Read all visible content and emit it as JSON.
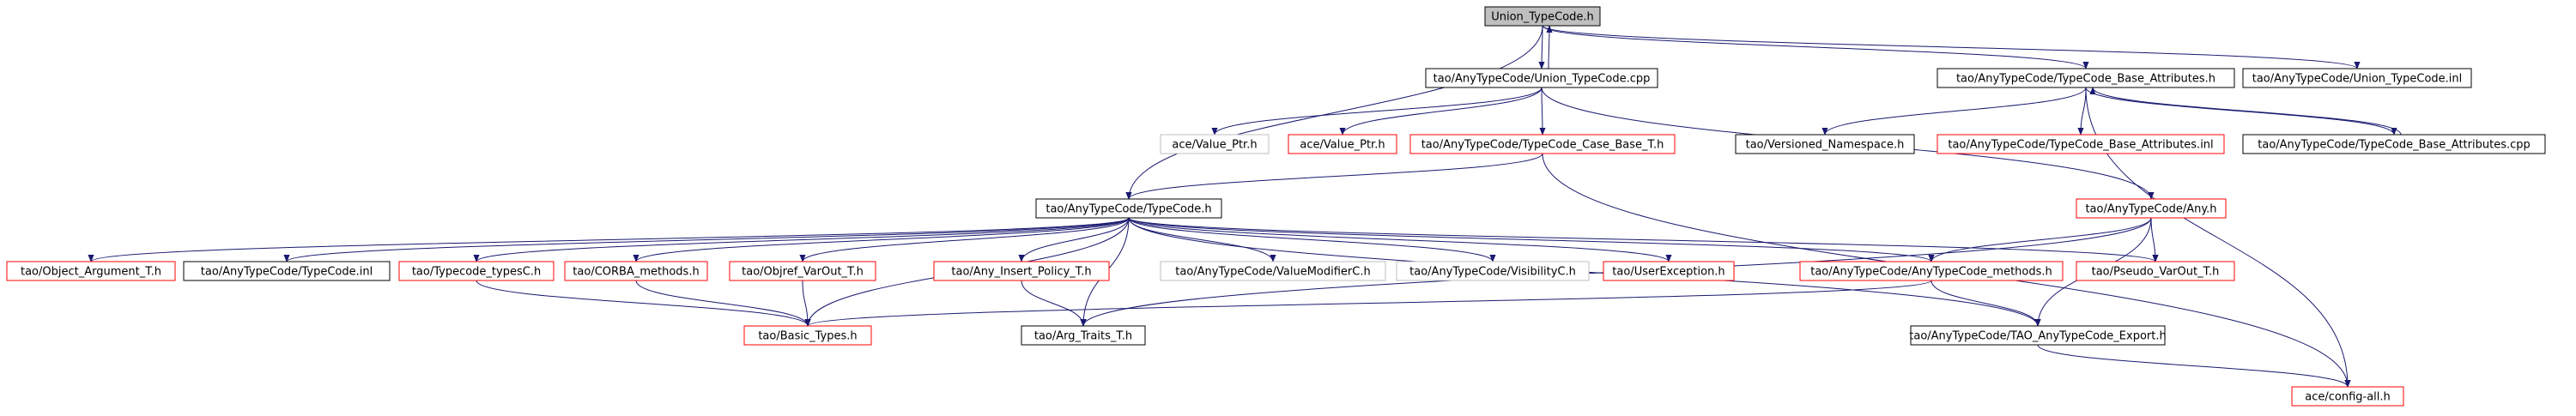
{
  "colors": {
    "edge": "#191970",
    "border_normal": "#000000",
    "border_red": "#ff0000",
    "border_gray": "#bfbfbf",
    "fill_root": "#bfbfbf",
    "fill_node": "#ffffff"
  },
  "nodes": [
    {
      "id": "root",
      "label": "Union_TypeCode.h",
      "style": "root"
    },
    {
      "id": "ucpp",
      "label": "tao/AnyTypeCode/Union_TypeCode.cpp",
      "style": "normal"
    },
    {
      "id": "tcba_h",
      "label": "tao/AnyTypeCode/TypeCode_Base_Attributes.h",
      "style": "normal"
    },
    {
      "id": "uinl",
      "label": "tao/AnyTypeCode/Union_TypeCode.inl",
      "style": "normal"
    },
    {
      "id": "valptr_gray",
      "label": "ace/Value_Ptr.h",
      "style": "gray"
    },
    {
      "id": "valptr_red",
      "label": "ace/Value_Ptr.h",
      "style": "red"
    },
    {
      "id": "casebase",
      "label": "tao/AnyTypeCode/TypeCode_Case_Base_T.h",
      "style": "red"
    },
    {
      "id": "versioned",
      "label": "tao/Versioned_Namespace.h",
      "style": "normal"
    },
    {
      "id": "tcba_inl",
      "label": "tao/AnyTypeCode/TypeCode_Base_Attributes.inl",
      "style": "red"
    },
    {
      "id": "tcba_cpp",
      "label": "tao/AnyTypeCode/TypeCode_Base_Attributes.cpp",
      "style": "normal"
    },
    {
      "id": "typecode",
      "label": "tao/AnyTypeCode/TypeCode.h",
      "style": "normal"
    },
    {
      "id": "any",
      "label": "tao/AnyTypeCode/Any.h",
      "style": "red"
    },
    {
      "id": "objarg",
      "label": "tao/Object_Argument_T.h",
      "style": "red"
    },
    {
      "id": "tcinl",
      "label": "tao/AnyTypeCode/TypeCode.inl",
      "style": "normal"
    },
    {
      "id": "tctypes",
      "label": "tao/Typecode_typesC.h",
      "style": "red"
    },
    {
      "id": "corba",
      "label": "tao/CORBA_methods.h",
      "style": "red"
    },
    {
      "id": "objref",
      "label": "tao/Objref_VarOut_T.h",
      "style": "red"
    },
    {
      "id": "anyins",
      "label": "tao/Any_Insert_Policy_T.h",
      "style": "red"
    },
    {
      "id": "valmod",
      "label": "tao/AnyTypeCode/ValueModifierC.h",
      "style": "gray"
    },
    {
      "id": "visib",
      "label": "tao/AnyTypeCode/VisibilityC.h",
      "style": "gray"
    },
    {
      "id": "userex",
      "label": "tao/UserException.h",
      "style": "red"
    },
    {
      "id": "atcm",
      "label": "tao/AnyTypeCode/AnyTypeCode_methods.h",
      "style": "red"
    },
    {
      "id": "pseudo",
      "label": "tao/Pseudo_VarOut_T.h",
      "style": "red"
    },
    {
      "id": "basic",
      "label": "tao/Basic_Types.h",
      "style": "red"
    },
    {
      "id": "argtr",
      "label": "tao/Arg_Traits_T.h",
      "style": "normal"
    },
    {
      "id": "export",
      "label": "tao/AnyTypeCode/TAO_AnyTypeCode_Export.h",
      "style": "normal"
    },
    {
      "id": "config",
      "label": "ace/config-all.h",
      "style": "red"
    }
  ],
  "edges": [
    {
      "from": "root",
      "to": "ucpp"
    },
    {
      "from": "ucpp",
      "to": "root"
    },
    {
      "from": "root",
      "to": "tcba_h"
    },
    {
      "from": "root",
      "to": "uinl"
    },
    {
      "from": "root",
      "to": "typecode"
    },
    {
      "from": "ucpp",
      "to": "valptr_gray"
    },
    {
      "from": "ucpp",
      "to": "valptr_red"
    },
    {
      "from": "ucpp",
      "to": "casebase"
    },
    {
      "from": "ucpp",
      "to": "any"
    },
    {
      "from": "tcba_h",
      "to": "versioned"
    },
    {
      "from": "tcba_h",
      "to": "tcba_inl"
    },
    {
      "from": "tcba_h",
      "to": "tcba_cpp"
    },
    {
      "from": "tcba_cpp",
      "to": "tcba_h"
    },
    {
      "from": "tcba_h",
      "to": "config"
    },
    {
      "from": "casebase",
      "to": "typecode"
    },
    {
      "from": "casebase",
      "to": "config"
    },
    {
      "from": "typecode",
      "to": "objarg"
    },
    {
      "from": "typecode",
      "to": "tcinl"
    },
    {
      "from": "typecode",
      "to": "tctypes"
    },
    {
      "from": "typecode",
      "to": "corba"
    },
    {
      "from": "typecode",
      "to": "objref"
    },
    {
      "from": "typecode",
      "to": "anyins"
    },
    {
      "from": "typecode",
      "to": "valmod"
    },
    {
      "from": "typecode",
      "to": "visib"
    },
    {
      "from": "typecode",
      "to": "userex"
    },
    {
      "from": "typecode",
      "to": "atcm"
    },
    {
      "from": "typecode",
      "to": "pseudo"
    },
    {
      "from": "typecode",
      "to": "basic"
    },
    {
      "from": "typecode",
      "to": "argtr"
    },
    {
      "from": "typecode",
      "to": "export"
    },
    {
      "from": "any",
      "to": "atcm"
    },
    {
      "from": "any",
      "to": "pseudo"
    },
    {
      "from": "any",
      "to": "argtr"
    },
    {
      "from": "any",
      "to": "export"
    },
    {
      "from": "tctypes",
      "to": "basic"
    },
    {
      "from": "corba",
      "to": "basic"
    },
    {
      "from": "objref",
      "to": "basic"
    },
    {
      "from": "anyins",
      "to": "argtr"
    },
    {
      "from": "atcm",
      "to": "basic"
    },
    {
      "from": "atcm",
      "to": "export"
    },
    {
      "from": "export",
      "to": "config"
    }
  ]
}
